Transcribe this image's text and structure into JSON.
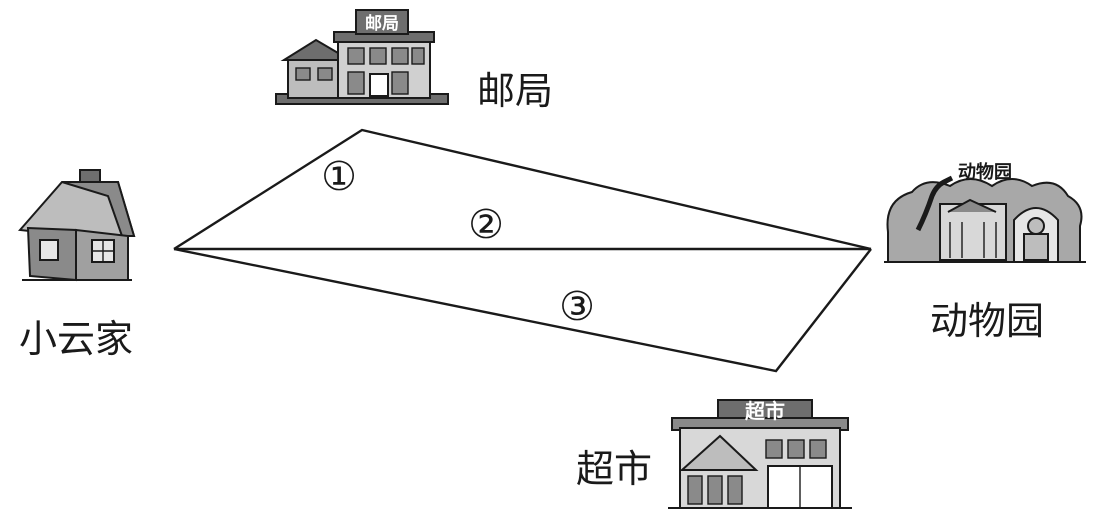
{
  "places": {
    "post_office": {
      "label": "邮局",
      "sign": "邮局"
    },
    "home": {
      "label": "小云家"
    },
    "zoo": {
      "label": "动物园",
      "sign": "动物园"
    },
    "supermarket": {
      "label": "超市",
      "sign": "超市"
    }
  },
  "routes": [
    {
      "id": "1",
      "marker": "①",
      "via": "邮局"
    },
    {
      "id": "2",
      "marker": "②",
      "via": ""
    },
    {
      "id": "3",
      "marker": "③",
      "via": "超市"
    }
  ],
  "colors": {
    "ink": "#1a1a1a",
    "roof": "#6e6e6e",
    "wall": "#bdbdbd",
    "shade": "#8a8a8a",
    "tree": "#a8a8a8"
  }
}
